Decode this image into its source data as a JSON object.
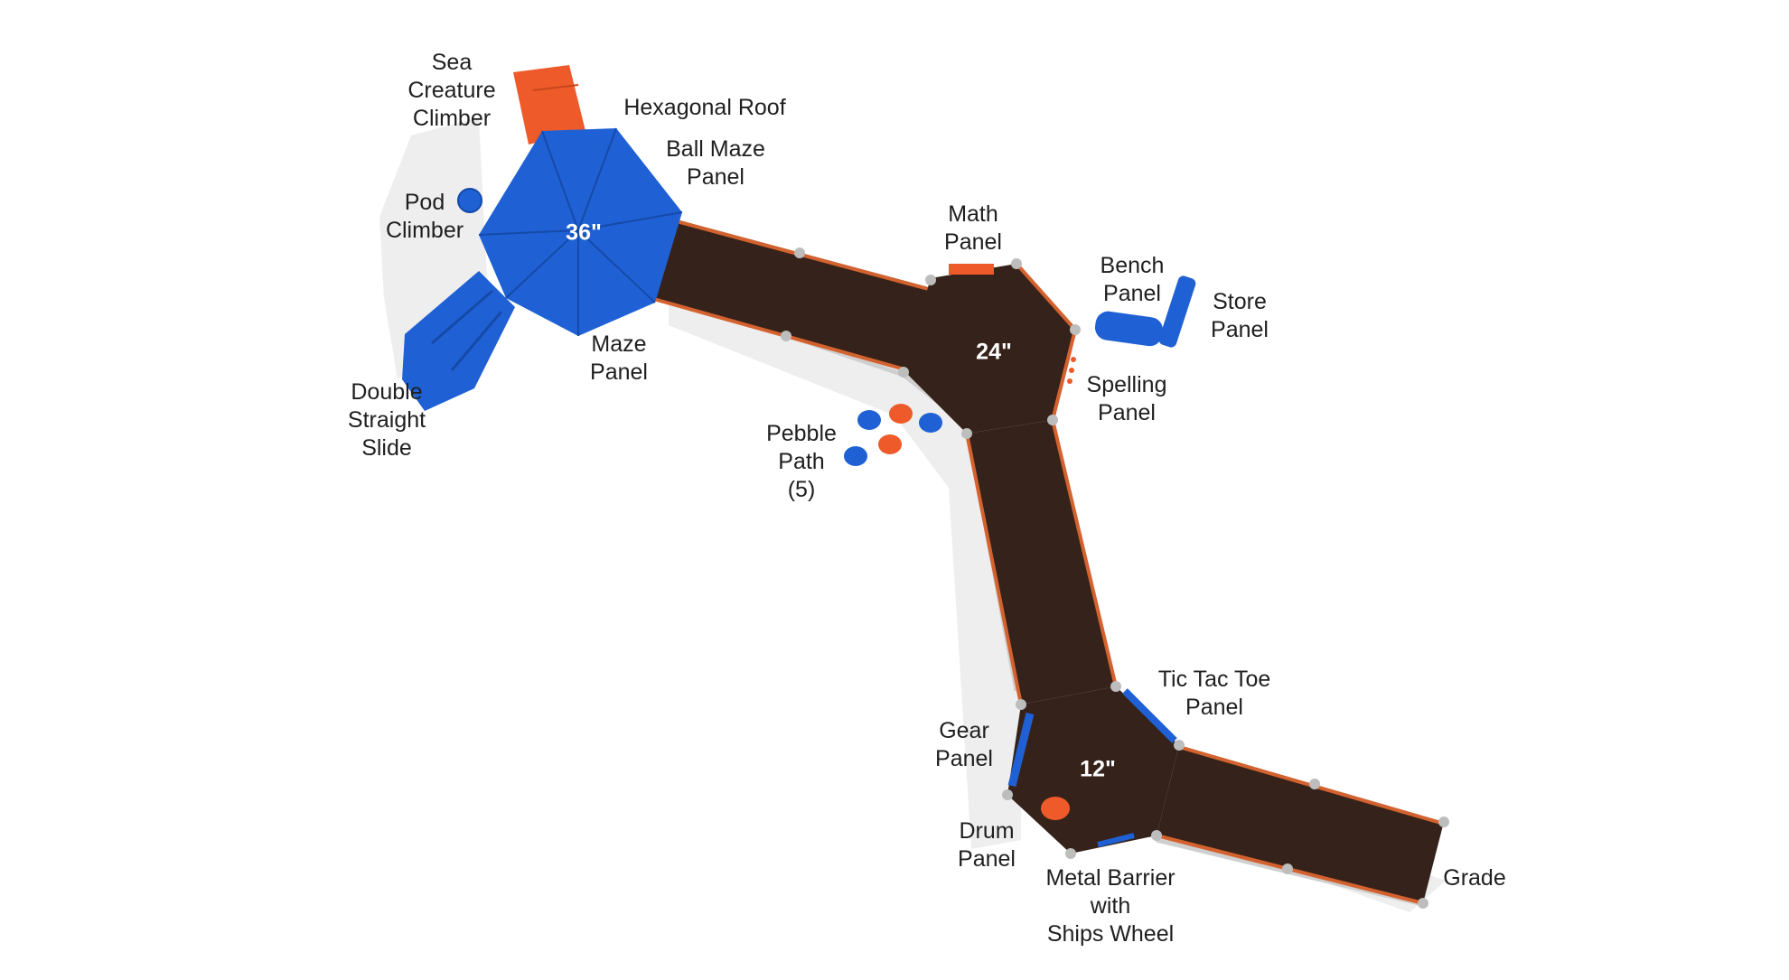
{
  "labels": {
    "sea_creature_climber": [
      "Sea",
      "Creature",
      "Climber"
    ],
    "hexagonal_roof": [
      "Hexagonal Roof"
    ],
    "ball_maze_panel": [
      "Ball Maze",
      "Panel"
    ],
    "pod_climber": [
      "Pod",
      "Climber"
    ],
    "maze_panel": [
      "Maze",
      "Panel"
    ],
    "double_straight_slide": [
      "Double",
      "Straight",
      "Slide"
    ],
    "math_panel": [
      "Math",
      "Panel"
    ],
    "bench_panel": [
      "Bench",
      "Panel"
    ],
    "store_panel": [
      "Store",
      "Panel"
    ],
    "spelling_panel": [
      "Spelling",
      "Panel"
    ],
    "pebble_path": [
      "Pebble",
      "Path",
      "(5)"
    ],
    "tic_tac_toe_panel": [
      "Tic Tac Toe",
      "Panel"
    ],
    "gear_panel": [
      "Gear",
      "Panel"
    ],
    "drum_panel": [
      "Drum",
      "Panel"
    ],
    "metal_barrier": [
      "Metal Barrier",
      "with",
      "Ships Wheel"
    ],
    "grade": [
      "Grade"
    ]
  },
  "deck_heights": {
    "roof_deck": "36\"",
    "middle_deck": "24\"",
    "lower_deck": "12\""
  },
  "colors": {
    "deck": "#35221a",
    "trim": "#d4622f",
    "blue": "#1f61d4",
    "orange": "#ee5a2a",
    "rail": "#c9c9c9",
    "shadow": "#e6e6e6"
  }
}
